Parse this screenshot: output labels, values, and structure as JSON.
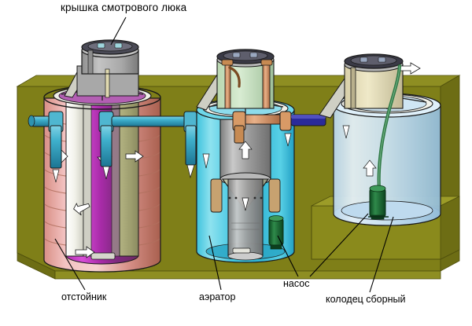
{
  "diagram": {
    "title": "крышка смотрового люка",
    "subject": "septic-treatment-system-cutaway",
    "labels": {
      "hatch_cover": "крышка смотрового люка",
      "settling_tank": "отстойник",
      "aerator": "аэратор",
      "pump": "насос",
      "collection_well": "колодец сборный"
    },
    "colors": {
      "background": "#ffffff",
      "ground": "#7f7f18",
      "ground_dark": "#6d6d14",
      "ground_light": "#8e8e22",
      "text": "#000000",
      "leader_line": "#000000",
      "tank1_shell": "#f0b9bc",
      "tank1_shell_dark": "#c07a6a",
      "tank1_core": "#c030c0",
      "tank1_core_deep": "#8c2a8c",
      "tank1_baffle": "#efefe6",
      "tank1_olive": "#a3a373",
      "tank2_body": "#35c6e0",
      "tank2_body_light": "#8fe0ee",
      "tank2_inner": "#9a9a9a",
      "tank2_inner_light": "#c8c8c8",
      "tank3_body": "#cfe3f2",
      "tank3_body_edge": "#9fc4dd",
      "hatch_grey": "#b0b0b0",
      "hatch_dark": "#3a3a46",
      "pipe_blue": "#3aa8c8",
      "pipe_blue_dark": "#1b6f8c",
      "pipe_navy": "#2a2a9a",
      "copper": "#d79a6a",
      "pump_green": "#1c6b35",
      "hose_green": "#2f7a46",
      "outline": "#1a1a1a"
    },
    "components": [
      {
        "id": "tank-1",
        "name": "отстойник",
        "role": "settling-tank"
      },
      {
        "id": "tank-2",
        "name": "аэратор",
        "role": "aeration-tank"
      },
      {
        "id": "tank-3",
        "name": "колодец сборный",
        "role": "collection-well"
      },
      {
        "id": "pump-1",
        "name": "насос",
        "role": "pump"
      },
      {
        "id": "pump-2",
        "name": "насос",
        "role": "pump"
      }
    ]
  }
}
